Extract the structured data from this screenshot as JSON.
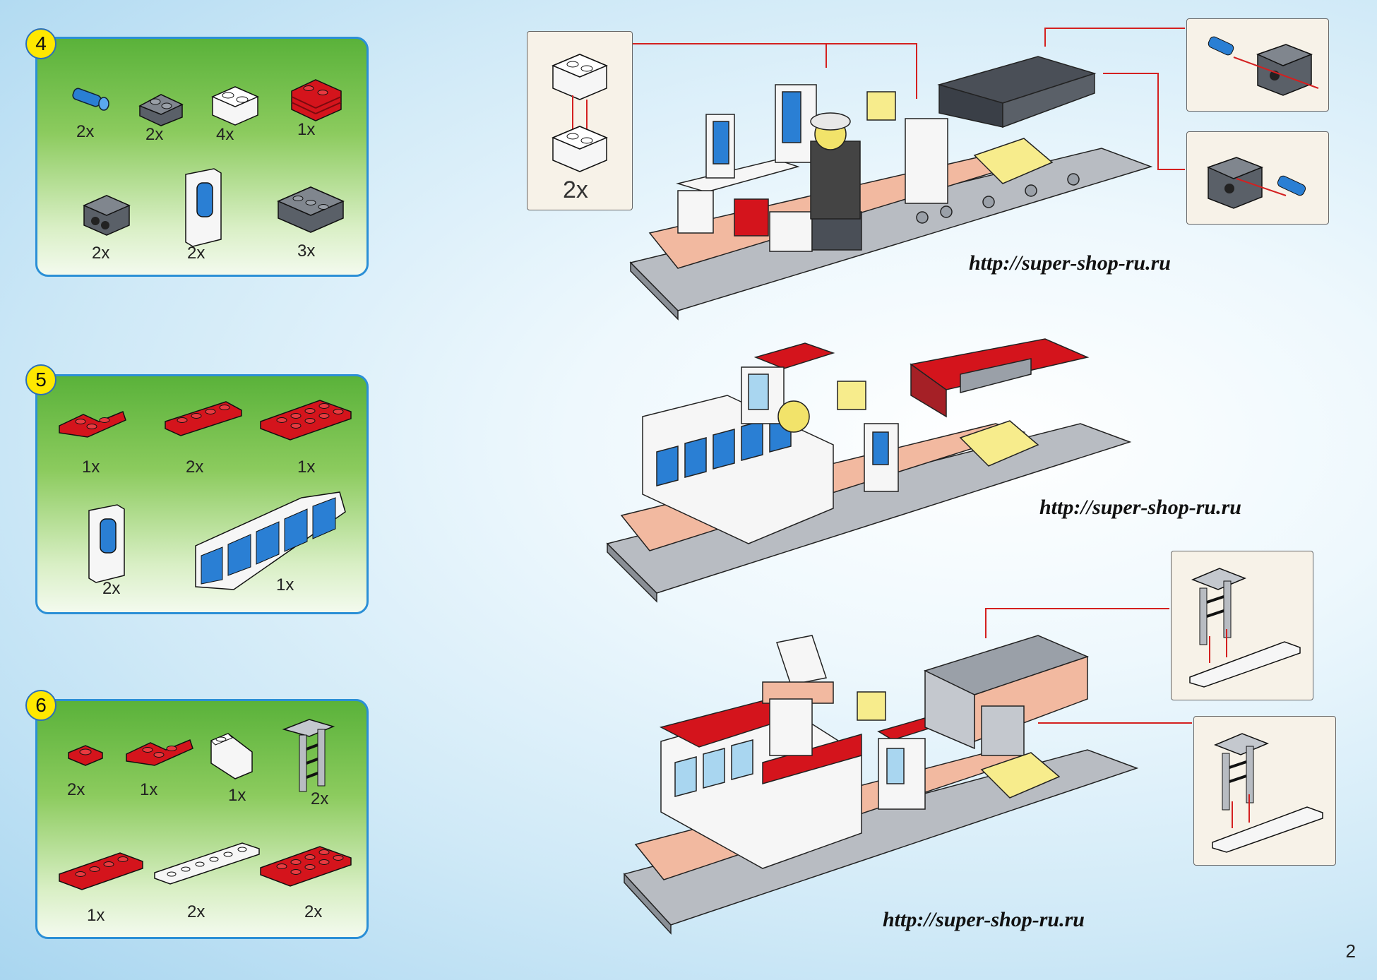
{
  "steps": [
    {
      "number": "4",
      "parts": [
        {
          "name": "blue-pin",
          "qty": "2x"
        },
        {
          "name": "dark-slope",
          "qty": "2x"
        },
        {
          "name": "white-brick-1x2",
          "qty": "4x"
        },
        {
          "name": "red-brick-grille",
          "qty": "1x"
        },
        {
          "name": "dark-technic-brick",
          "qty": "2x"
        },
        {
          "name": "white-door-panel",
          "qty": "2x"
        },
        {
          "name": "dark-brick-1x3",
          "qty": "3x"
        }
      ]
    },
    {
      "number": "5",
      "parts": [
        {
          "name": "red-corner-plate",
          "qty": "1x"
        },
        {
          "name": "red-plate-1x4",
          "qty": "2x"
        },
        {
          "name": "red-plate-2x4",
          "qty": "1x"
        },
        {
          "name": "white-door-panel",
          "qty": "2x"
        },
        {
          "name": "white-windshield",
          "qty": "1x"
        }
      ]
    },
    {
      "number": "6",
      "parts": [
        {
          "name": "red-plate-1x1",
          "qty": "2x"
        },
        {
          "name": "red-corner-plate",
          "qty": "1x"
        },
        {
          "name": "white-slope",
          "qty": "1x"
        },
        {
          "name": "grey-ladder",
          "qty": "2x"
        },
        {
          "name": "red-plate-1x4",
          "qty": "1x"
        },
        {
          "name": "white-plate-1x6",
          "qty": "2x"
        },
        {
          "name": "red-plate-2x4",
          "qty": "2x"
        }
      ]
    }
  ],
  "inset_qty": "2x",
  "watermark": "http://super-shop-ru.ru",
  "page_number": "2",
  "colors": {
    "panel_border": "#2b8fd6",
    "badge": "#ffe800",
    "red": "#d4141c",
    "dark": "#4a4f57",
    "white": "#f6f6f6",
    "blue": "#2a7fd4",
    "tan": "#f2b9a0",
    "grey": "#b8bcc2"
  }
}
